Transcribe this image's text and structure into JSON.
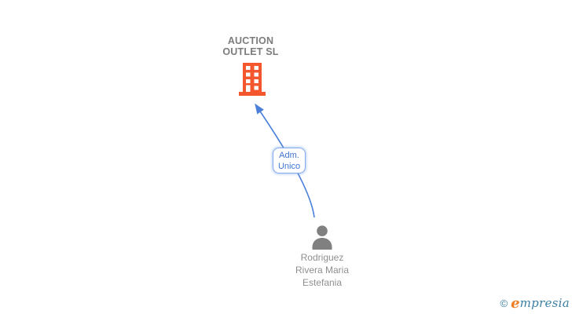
{
  "colors": {
    "building": "#F4572E",
    "edge": "#4A80D9",
    "labelText": "#3F74D1",
    "labelBorder": "#85ACEC",
    "companyText": "#7C7C7C",
    "personIcon": "#808080",
    "personText": "#8F8F8F",
    "logoTeal": "#3A7FA3",
    "logoOrange": "#EE7D23"
  },
  "diagram": {
    "company": {
      "name": "AUCTION\nOUTLET SL",
      "icon": "building-icon"
    },
    "edge": {
      "label_line1": "Adm.",
      "label_line2": "Unico",
      "direction": "person-to-company",
      "style": "curved-arrow"
    },
    "person": {
      "name": "Rodriguez\nRivera Maria\nEstefania",
      "icon": "person-icon"
    }
  },
  "watermark": {
    "copyright": "©",
    "brand_initial": "e",
    "brand_rest": "mpresia"
  }
}
